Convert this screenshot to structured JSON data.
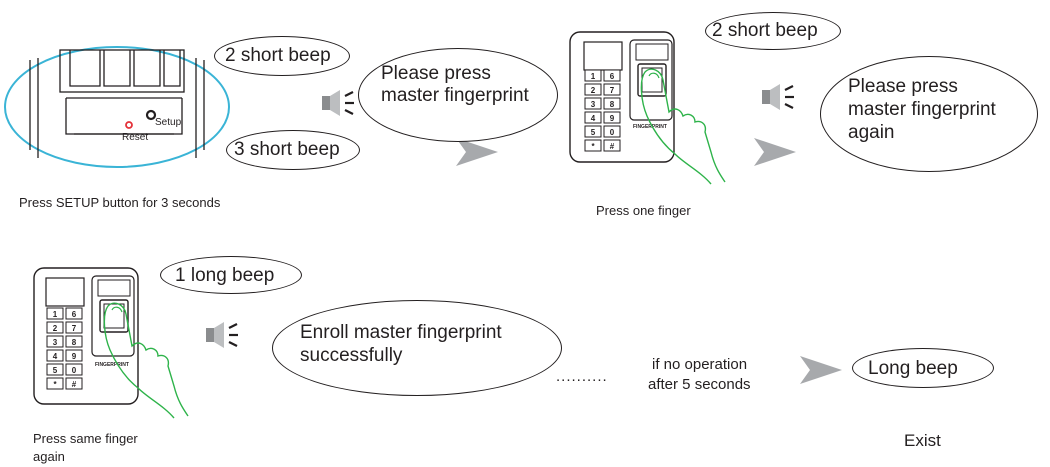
{
  "step1": {
    "reset_label": "Reset",
    "setup_label": "Setup",
    "beep_2": "2 short  beep",
    "beep_3": "3 short  beep",
    "prompt_line1": "Please press",
    "prompt_line2": "master fingerprint",
    "caption": "Press SETUP button for 3 seconds"
  },
  "step2": {
    "beep": "2 short  beep",
    "prompt_line1": "Please press",
    "prompt_line2": "master fingerprint",
    "prompt_line3": "again",
    "caption": "Press one finger"
  },
  "step3": {
    "beep": "1 long  beep",
    "result_line1": "Enroll master fingerprint",
    "result_line2": "successfully",
    "dots": "..........",
    "condition_line1": "if no operation",
    "condition_line2": "after 5 seconds",
    "timeout_beep": "Long beep",
    "caption_line1": "Press same finger",
    "caption_line2": "again",
    "exit_label": "Exist"
  },
  "keypad": {
    "keys": [
      "1",
      "6",
      "2",
      "7",
      "3",
      "8",
      "4",
      "9",
      "5",
      "0",
      "*",
      "#"
    ],
    "brand_text": "FINGERPRINT"
  },
  "icons": [
    "speaker-icon",
    "arrow-icon",
    "fingerprint-reader-device",
    "finger-hand-icon"
  ],
  "colors": {
    "ink": "#231f20",
    "highlight_ring": "#3ab4d6",
    "finger_outline": "#2eb34a",
    "arrow_gray": "#a7a9ac",
    "reset_red": "#e4323a"
  }
}
